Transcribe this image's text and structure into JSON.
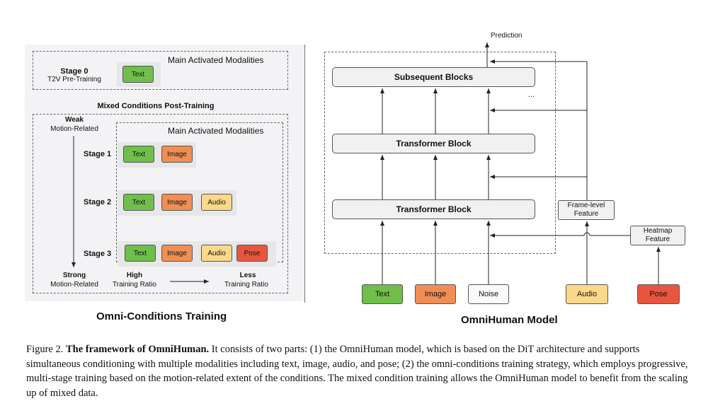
{
  "left_panel": {
    "stage0": {
      "title": "Stage 0",
      "subtitle": "T2V Pre-Training",
      "chip": "Text",
      "header": "Main Activated Modalities"
    },
    "mixed_title": "Mixed Conditions Post-Training",
    "weak": {
      "title": "Weak",
      "subtitle": "Motion-Related"
    },
    "strong": {
      "title": "Strong",
      "subtitle": "Motion-Related"
    },
    "header": "Main Activated Modalities",
    "stage1": {
      "label": "Stage 1",
      "chips": [
        "Text",
        "Image"
      ]
    },
    "stage2": {
      "label": "Stage 2",
      "chips": [
        "Text",
        "Image",
        "Audio"
      ]
    },
    "stage3": {
      "label": "Stage 3",
      "chips": [
        "Text",
        "Image",
        "Audio",
        "Pose"
      ]
    },
    "high": {
      "title": "High",
      "subtitle": "Training Ratio"
    },
    "less": {
      "title": "Less",
      "subtitle": "Training Ratio"
    },
    "panel_title": "Omni-Conditions Training"
  },
  "right_panel": {
    "prediction": "Prediction",
    "subsequent": "Subsequent Blocks",
    "ellipsis": "...",
    "transformer_top": "Transformer Block",
    "transformer_bottom": "Transformer Block",
    "frame_feature": "Frame-level Feature",
    "heatmap_feature": "Heatmap Feature",
    "inputs": [
      "Text",
      "Image",
      "Noise",
      "Audio",
      "Pose"
    ],
    "panel_title": "OmniHuman Model"
  },
  "caption": {
    "label": "Figure 2.",
    "bold": "The framework of OmniHuman.",
    "text": "It consists of two parts: (1) the OmniHuman model, which is based on the DiT architecture and supports simultaneous conditioning with multiple modalities including text, image, audio, and pose; (2) the omni-conditions training strategy, which employs progressive, multi-stage training based on the motion-related extent of the conditions. The mixed condition training allows the OmniHuman model to benefit from the scaling up of mixed data."
  },
  "colors": {
    "text": "#6fbf4a",
    "image": "#ef8f55",
    "audio": "#fbd98a",
    "pose": "#e8563f",
    "panel_bg": "#f3f3f5"
  }
}
